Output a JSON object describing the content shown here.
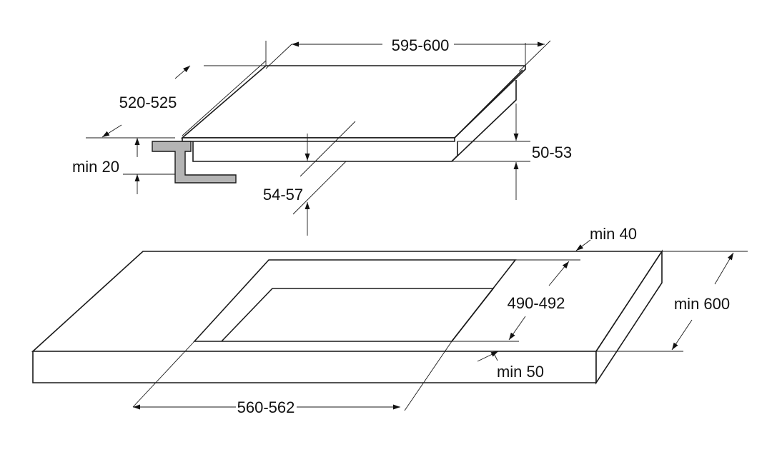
{
  "dimensions": {
    "hob_width": "595-600",
    "hob_depth": "520-525",
    "clearance_below": "min 20",
    "hob_height": "50-53",
    "hob_total_height": "54-57",
    "cutout_depth": "490-492",
    "cutout_width": "560-562",
    "back_margin": "min 40",
    "worktop_depth": "min 600",
    "front_margin": "min 50"
  },
  "colors": {
    "line": "#1a1a1a",
    "bracket_fill": "#b4b4b4",
    "background": "#ffffff"
  }
}
